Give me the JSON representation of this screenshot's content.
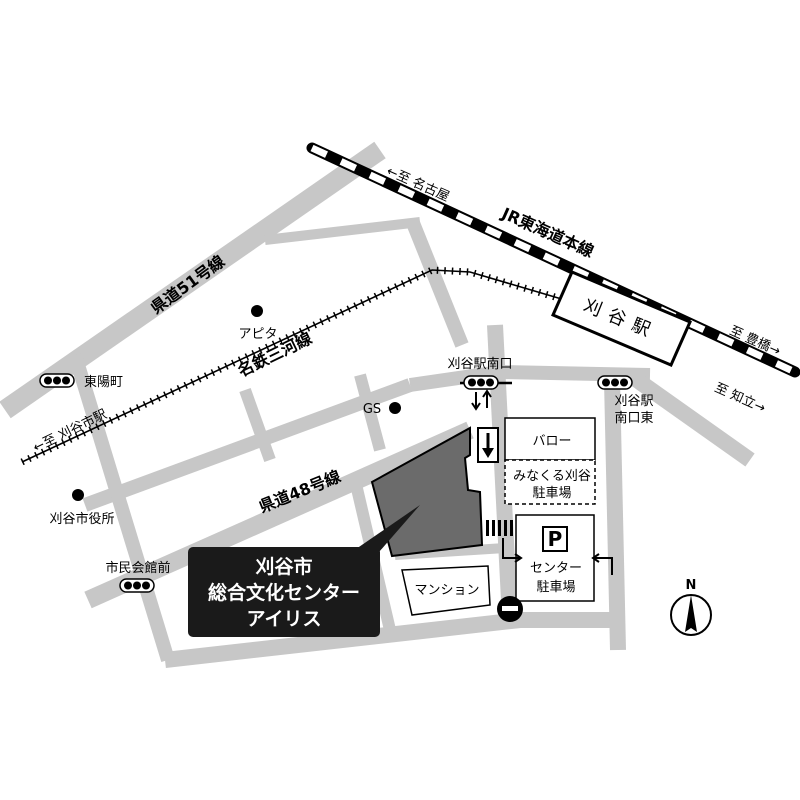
{
  "colors": {
    "road": "#c7c7c7",
    "building_main": "#6b6b6b",
    "callout_bg": "#1a1a1a",
    "ink": "#000000",
    "paper": "#ffffff"
  },
  "railways": {
    "jr": "JR東海道本線",
    "meitetsu": "名鉄三河線"
  },
  "roads": {
    "route51": "県道51号線",
    "route48": "県道48号線"
  },
  "directions": {
    "to_nagoya": "←至 名古屋",
    "to_toyohashi": "至 豊橋→",
    "to_chiryu": "至 知立→",
    "to_kariya_shi_eki": "←至 刈谷市駅"
  },
  "station": {
    "name": "刈谷駅"
  },
  "landmarks": {
    "apita": "アピタ",
    "gs": "GS",
    "city_hall": "刈谷市役所"
  },
  "intersections": {
    "higashi_yoicho": "東陽町",
    "kariya_eki_minamiguchi": "刈谷駅南口",
    "kariya_eki_minamiguchi_higashi_l1": "刈谷駅",
    "kariya_eki_minamiguchi_higashi_l2": "南口東",
    "shimin_kaikan_mae": "市民会館前"
  },
  "buildings": {
    "barrow": "バロー",
    "minakuru_l1": "みなくる刈谷",
    "minakuru_l2": "駐車場",
    "mansion": "マンション",
    "parking_symbol": "P",
    "center_parking_l1": "センター",
    "center_parking_l2": "駐車場"
  },
  "callout": {
    "line1": "刈谷市",
    "line2": "総合文化センター",
    "line3": "アイリス"
  },
  "compass": {
    "north": "N"
  }
}
